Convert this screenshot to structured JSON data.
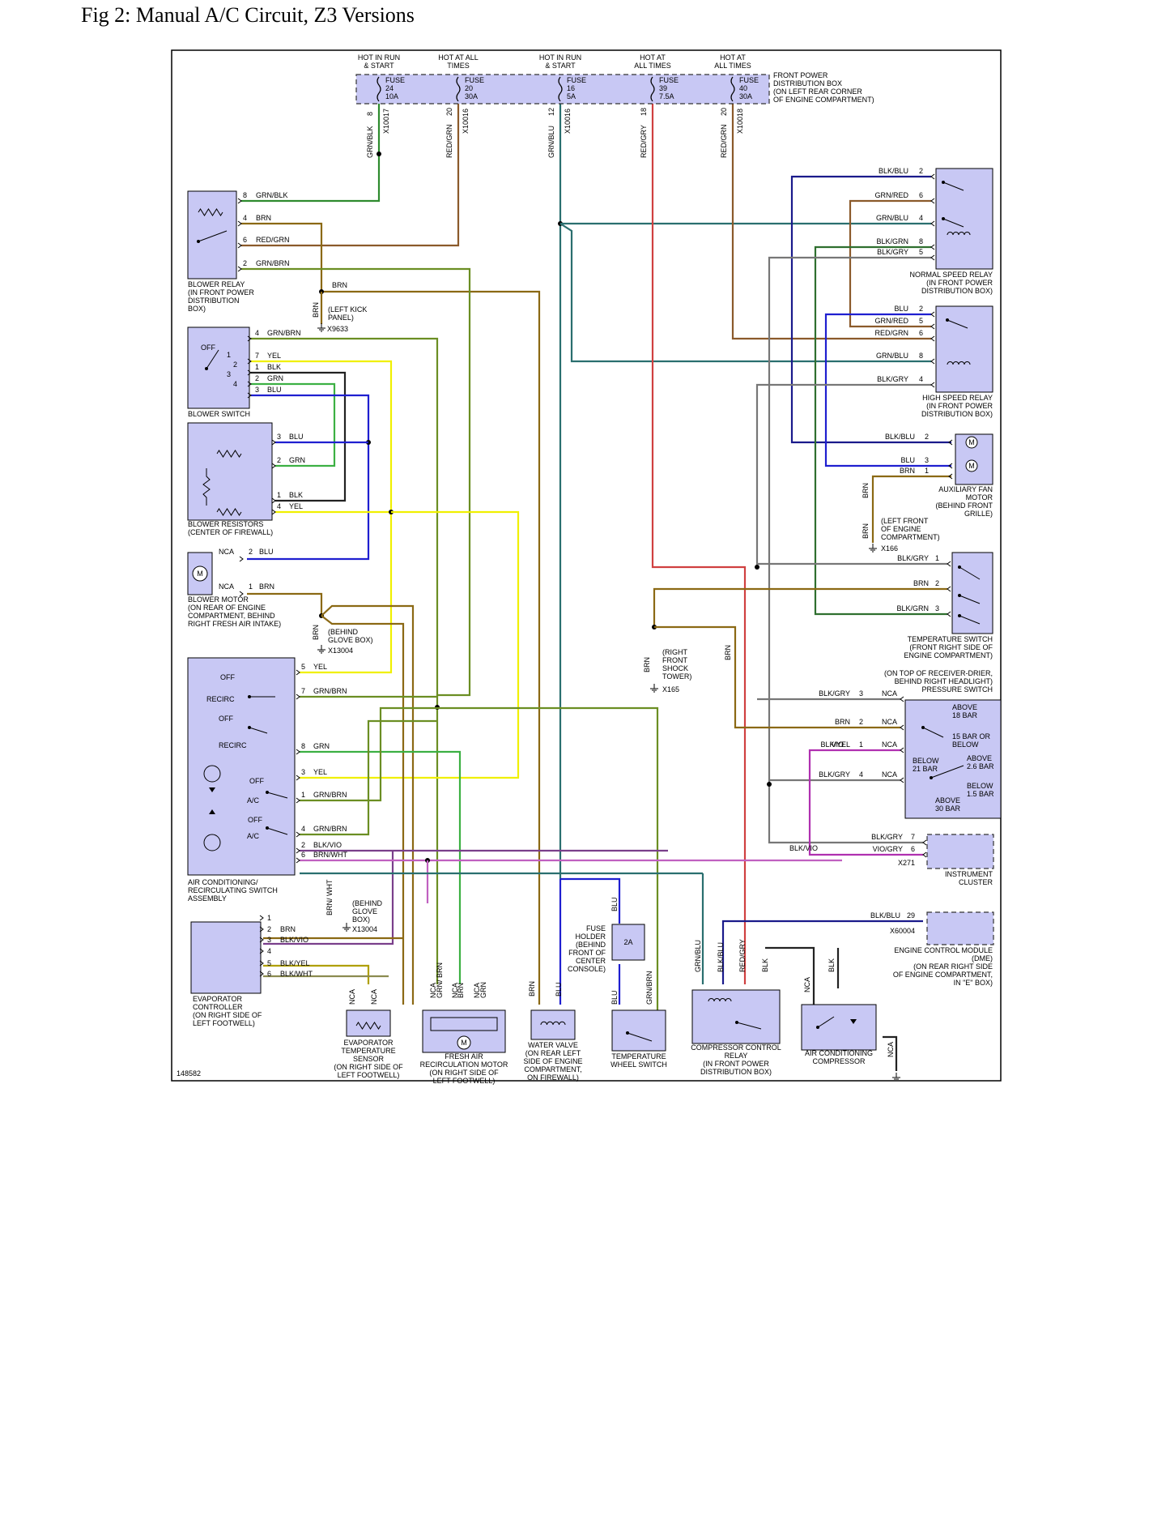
{
  "figure": {
    "title": "Fig 2: Manual A/C Circuit, Z3 Versions",
    "ref_number": "148582"
  },
  "colors": {
    "GRN/BLK": "#2e8b2e",
    "BRN": "#8b6914",
    "RED/GRN": "#8b5a2b",
    "GRN/BRN": "#6b8e23",
    "YEL": "#f0f000",
    "BLK": "#222222",
    "GRN": "#3cb043",
    "BLU": "#1f1fd0",
    "GRN/BLU": "#2a6f6f",
    "RED/GRY": "#d04040",
    "BLK/BLU": "#1a1a8b",
    "BLK/GRN": "#2f6f2f",
    "BLK/GRY": "#777777",
    "BLK/VIO": "#7a3f8b",
    "VIO": "#b030b0",
    "BRN/WHT": "#c060c0",
    "GRN/RED": "#8b5a2b",
    "RED": "#e02020",
    "BLK/YEL": "#b0a000",
    "BLK/WHT": "#8b8b50",
    "component_fill": "#c8c8f4"
  },
  "fuse_box": {
    "label": [
      "FRONT POWER",
      "DISTRIBUTION BOX",
      "(ON LEFT REAR CORNER",
      "OF ENGINE COMPARTMENT)"
    ],
    "fuses": [
      {
        "hot": [
          "HOT IN RUN",
          "& START"
        ],
        "fuse": [
          "FUSE",
          "24",
          "10A"
        ],
        "pin": "8",
        "wire": "GRN/BLK",
        "conn": "X10017"
      },
      {
        "hot": [
          "HOT AT ALL",
          "TIMES"
        ],
        "fuse": [
          "FUSE",
          "20",
          "30A"
        ],
        "pin": "20",
        "wire": "RED/GRN",
        "conn": "X10016"
      },
      {
        "hot": [
          "HOT IN RUN",
          "& START"
        ],
        "fuse": [
          "FUSE",
          "16",
          "5A"
        ],
        "pin": "12",
        "wire": "GRN/BLU",
        "conn": "X10016"
      },
      {
        "hot": [
          "HOT AT",
          "ALL TIMES"
        ],
        "fuse": [
          "FUSE",
          "39",
          "7.5A"
        ],
        "pin": "18",
        "wire": "RED/GRY",
        "conn": ""
      },
      {
        "hot": [
          "HOT AT",
          "ALL TIMES"
        ],
        "fuse": [
          "FUSE",
          "40",
          "30A"
        ],
        "pin": "20",
        "wire": "RED/GRN",
        "conn": "X10018"
      }
    ]
  },
  "components": {
    "blower_relay": {
      "label": [
        "BLOWER RELAY",
        "(IN FRONT POWER",
        "DISTRIBUTION",
        "BOX)"
      ],
      "pins": [
        {
          "pin": "8",
          "wire": "GRN/BLK"
        },
        {
          "pin": "4",
          "wire": "BRN"
        },
        {
          "pin": "6",
          "wire": "RED/GRN"
        },
        {
          "pin": "2",
          "wire": "GRN/BRN"
        }
      ]
    },
    "blower_switch": {
      "label": [
        "BLOWER SWITCH"
      ],
      "off": "OFF",
      "pins": [
        {
          "pin": "4",
          "wire": "GRN/BRN"
        },
        {
          "pin": "7",
          "wire": "YEL"
        },
        {
          "pin": "1",
          "wire": "BLK"
        },
        {
          "pin": "2",
          "wire": "GRN"
        },
        {
          "pin": "3",
          "wire": "BLU"
        }
      ],
      "positions": [
        "1",
        "2",
        "3",
        "4"
      ]
    },
    "blower_resistors": {
      "label": [
        "BLOWER RESISTORS",
        "(CENTER OF FIREWALL)"
      ],
      "pins": [
        {
          "pin": "3",
          "wire": "BLU"
        },
        {
          "pin": "2",
          "wire": "GRN"
        },
        {
          "pin": "1",
          "wire": "BLK"
        },
        {
          "pin": "4",
          "wire": "YEL"
        }
      ]
    },
    "blower_motor": {
      "label": [
        "BLOWER MOTOR",
        "(ON REAR OF ENGINE",
        "COMPARTMENT, BEHIND",
        "RIGHT FRESH AIR INTAKE)"
      ],
      "pins": [
        {
          "nca": "NCA",
          "pin": "2",
          "wire": "BLU"
        },
        {
          "nca": "NCA",
          "pin": "1",
          "wire": "BRN"
        }
      ]
    },
    "ac_switch": {
      "label": [
        "AIR CONDITIONING/",
        "RECIRCULATING SWITCH",
        "ASSEMBLY"
      ],
      "states": [
        "OFF",
        "RECIRC",
        "OFF",
        "RECIRC",
        "OFF",
        "A/C",
        "OFF",
        "A/C"
      ],
      "pins": [
        {
          "pin": "5",
          "wire": "YEL"
        },
        {
          "pin": "7",
          "wire": "GRN/BRN"
        },
        {
          "pin": "8",
          "wire": "GRN"
        },
        {
          "pin": "3",
          "wire": "YEL"
        },
        {
          "pin": "1",
          "wire": "GRN/BRN"
        },
        {
          "pin": "4",
          "wire": "GRN/BRN"
        },
        {
          "pin": "2",
          "wire": "BLK/VIO"
        },
        {
          "pin": "6",
          "wire": "BRN/WHT"
        }
      ]
    },
    "evap_controller": {
      "label": [
        "EVAPORATOR",
        "CONTROLLER",
        "(ON RIGHT SIDE OF",
        "LEFT FOOTWELL)"
      ],
      "pins": [
        {
          "pin": "1",
          "wire": ""
        },
        {
          "pin": "2",
          "wire": "BRN"
        },
        {
          "pin": "3",
          "wire": "BLK/VIO"
        },
        {
          "pin": "4",
          "wire": ""
        },
        {
          "pin": "5",
          "wire": "BLK/YEL"
        },
        {
          "pin": "6",
          "wire": "BLK/WHT"
        }
      ]
    },
    "evap_sensor": {
      "label": [
        "EVAPORATOR",
        "TEMPERATURE",
        "SENSOR",
        "(ON RIGHT SIDE OF",
        "LEFT FOOTWELL)"
      ]
    },
    "fresh_air_motor": {
      "label": [
        "FRESH AIR",
        "RECIRCULATION MOTOR",
        "(ON RIGHT SIDE OF",
        "LEFT FOOTWELL)"
      ]
    },
    "water_valve": {
      "label": [
        "WATER VALVE",
        "(ON REAR LEFT",
        "SIDE OF ENGINE",
        "COMPARTMENT,",
        "ON FIREWALL)"
      ]
    },
    "fuse_holder": {
      "label": [
        "FUSE",
        "HOLDER",
        "(BEHIND",
        "FRONT OF",
        "CENTER",
        "CONSOLE)"
      ],
      "rating": "2A"
    },
    "temp_wheel_switch": {
      "label": [
        "TEMPERATURE",
        "WHEEL SWITCH"
      ]
    },
    "compressor_relay": {
      "label": [
        "COMPRESSOR CONTROL",
        "RELAY",
        "(IN FRONT POWER",
        "DISTRIBUTION BOX)"
      ]
    },
    "ac_compressor": {
      "label": [
        "AIR CONDITIONING",
        "COMPRESSOR"
      ]
    },
    "normal_speed_relay": {
      "label": [
        "NORMAL SPEED RELAY",
        "(IN FRONT POWER",
        "DISTRIBUTION BOX)"
      ],
      "pins": [
        {
          "pin": "2",
          "wire": "BLK/BLU"
        },
        {
          "pin": "6",
          "wire": "GRN/RED"
        },
        {
          "pin": "4",
          "wire": "GRN/BLU"
        },
        {
          "pin": "8",
          "wire": "BLK/GRN"
        },
        {
          "pin": "5",
          "wire": "BLK/GRY"
        }
      ]
    },
    "high_speed_relay": {
      "label": [
        "HIGH SPEED RELAY",
        "(IN FRONT POWER",
        "DISTRIBUTION BOX)"
      ],
      "pins": [
        {
          "pin": "2",
          "wire": "BLU"
        },
        {
          "pin": "5",
          "wire": "GRN/RED"
        },
        {
          "pin": "6",
          "wire": "RED/GRN"
        },
        {
          "pin": "8",
          "wire": "GRN/BLU"
        },
        {
          "pin": "4",
          "wire": "BLK/GRY"
        }
      ]
    },
    "aux_fan_motor": {
      "label": [
        "AUXILIARY FAN",
        "MOTOR",
        "(BEHIND FRONT",
        "GRILLE)"
      ],
      "pins": [
        {
          "pin": "2",
          "wire": "BLK/BLU"
        },
        {
          "pin": "3",
          "wire": "BLU"
        },
        {
          "pin": "1",
          "wire": "BRN"
        }
      ]
    },
    "temperature_switch": {
      "label": [
        "TEMPERATURE SWITCH",
        "(FRONT RIGHT SIDE OF",
        "ENGINE COMPARTMENT)"
      ],
      "pins": [
        {
          "pin": "1",
          "wire": "BLK/GRY"
        },
        {
          "pin": "2",
          "wire": "BRN"
        },
        {
          "pin": "3",
          "wire": "BLK/GRN"
        }
      ]
    },
    "pressure_switch": {
      "label": [
        "(ON TOP OF RECEIVER-DRIER,",
        "BEHIND RIGHT HEADLIGHT)",
        "PRESSURE SWITCH"
      ],
      "pins": [
        {
          "wire": "BLK/GRY",
          "pin": "3",
          "nca": "NCA"
        },
        {
          "wire": "BRN",
          "pin": "2",
          "nca": "NCA"
        },
        {
          "wire": "BLK/YEL",
          "wire2": "VIO",
          "pin": "1",
          "nca": "NCA"
        },
        {
          "wire": "BLK/GRY",
          "pin": "4",
          "nca": "NCA"
        }
      ],
      "states": [
        "ABOVE",
        "18 BAR",
        "15 BAR OR",
        "BELOW",
        "BELOW",
        "21 BAR",
        "ABOVE",
        "2.6 BAR",
        "BELOW",
        "1.5 BAR",
        "ABOVE",
        "30 BAR"
      ]
    },
    "instrument_cluster": {
      "label": [
        "INSTRUMENT",
        "CLUSTER"
      ],
      "conn": "X271",
      "pins": [
        {
          "pin": "7",
          "wire": "BLK/GRY"
        },
        {
          "pin": "6",
          "wire": "VIO/GRY"
        }
      ],
      "in_wire": "BLK/VIO"
    },
    "ecm": {
      "label": [
        "ENGINE CONTROL MODULE",
        "(DME)",
        "(ON REAR RIGHT SIDE",
        "OF ENGINE COMPARTMENT,",
        "IN \"E\" BOX)"
      ],
      "conn": "X60004",
      "pin": "29",
      "wire": "BLK/BLU"
    }
  },
  "grounds": [
    {
      "text": [
        "(LEFT KICK",
        "PANEL)"
      ],
      "id": "X9633",
      "wire": "BRN"
    },
    {
      "text": [
        "(BEHIND",
        "GLOVE BOX)"
      ],
      "id": "X13004",
      "wire": "BRN"
    },
    {
      "text": [
        "(BEHIND",
        "GLOVE",
        "BOX)"
      ],
      "id": "X13004",
      "wire": "BRN/WHT"
    },
    {
      "text": [
        "(RIGHT",
        "FRONT",
        "SHOCK",
        "TOWER)"
      ],
      "id": "X165",
      "wire": "BRN"
    },
    {
      "text": [
        "(LEFT FRONT",
        "OF ENGINE",
        "COMPARTMENT)"
      ],
      "id": "X166",
      "wire": "BRN"
    }
  ],
  "misc": {
    "nca": "NCA",
    "brn": "BRN",
    "blu": "BLU",
    "blk": "BLK",
    "grn_blu": "GRN/BLU",
    "blk_blu": "BLK/BLU",
    "red_gry": "RED/GRY",
    "grn_brn": "GRN/BRN",
    "grn_brn_v": "GRN/ BRN",
    "brn_wht": "BRN/ WHT",
    "grn": "GRN"
  }
}
